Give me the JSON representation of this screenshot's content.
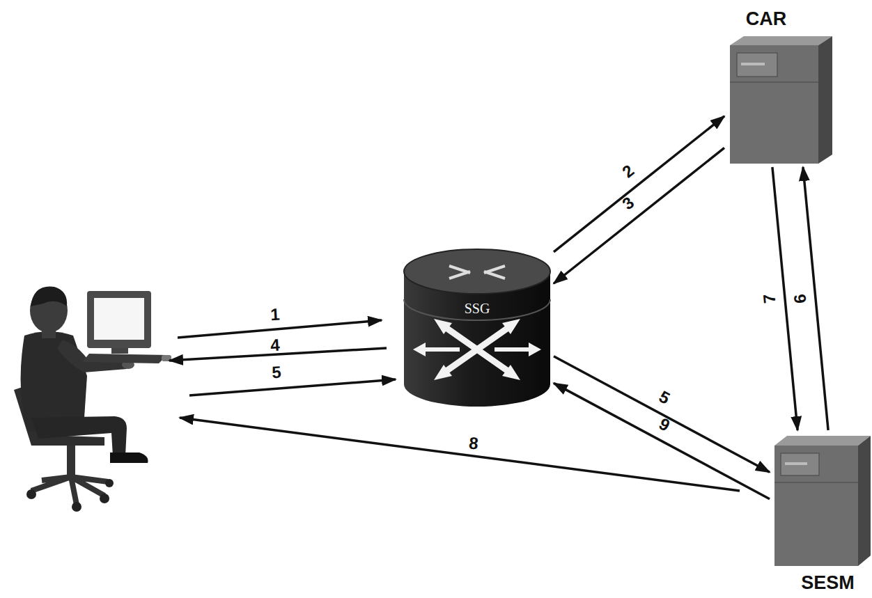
{
  "diagram": {
    "nodes": [
      {
        "text": [
          "CAR"
        ]
      },
      {
        "text": [
          "SSG"
        ]
      },
      {
        "text": [
          "SESM"
        ]
      }
    ],
    "edges": [
      {
        "from": 1,
        "to": 0,
        "arrow": "to",
        "label": "2"
      },
      {
        "from": 0,
        "to": 1,
        "arrow": "to",
        "label": "3"
      },
      {
        "from": 1,
        "to": 2,
        "arrow": "to",
        "label": "5"
      },
      {
        "from": 2,
        "to": 1,
        "arrow": "to",
        "label": "9"
      },
      {
        "from": 0,
        "to": 2,
        "arrow": "to",
        "label": "7"
      },
      {
        "from": 2,
        "to": 0,
        "arrow": "to",
        "label": "6"
      }
    ],
    "labels": [
      "1",
      "4",
      "5",
      "8"
    ]
  }
}
